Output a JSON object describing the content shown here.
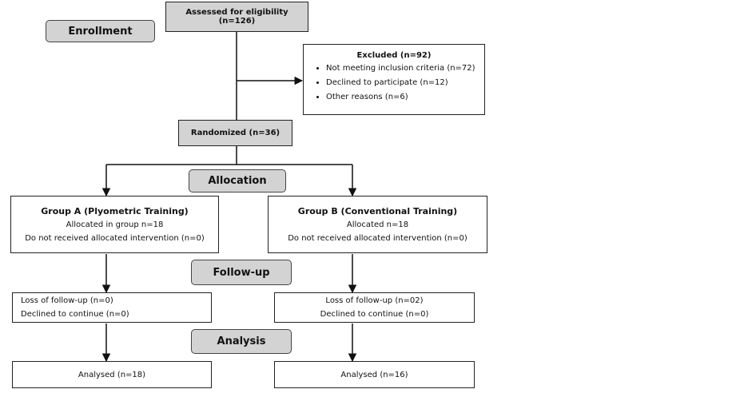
{
  "enrollment": {
    "phase": "Enrollment",
    "assessed": "Assessed for eligibility (n=126)"
  },
  "excluded": {
    "title": "Excluded (n=92)",
    "reasons": [
      "Not meeting inclusion criteria (n=72)",
      "Declined to participate (n=12)",
      "Other reasons (n=6)"
    ]
  },
  "randomized": "Randomized (n=36)",
  "allocation": {
    "phase": "Allocation",
    "group_a": {
      "title": "Group A (Plyometric Training)",
      "allocated": "Allocated in group n=18",
      "not_received": "Do not received allocated intervention (n=0)"
    },
    "group_b": {
      "title": "Group B (Conventional Training)",
      "allocated": "Allocated n=18",
      "not_received": "Do not received allocated intervention (n=0)"
    }
  },
  "followup": {
    "phase": "Follow-up",
    "group_a": {
      "loss": "Loss of follow-up (n=0)",
      "declined": "Declined to continue (n=0)"
    },
    "group_b": {
      "loss": "Loss of follow-up (n=02)",
      "declined": "Declined to continue (n=0)"
    }
  },
  "analysis": {
    "phase": "Analysis",
    "group_a": "Analysed (n=18)",
    "group_b": "Analysed (n=16)"
  }
}
